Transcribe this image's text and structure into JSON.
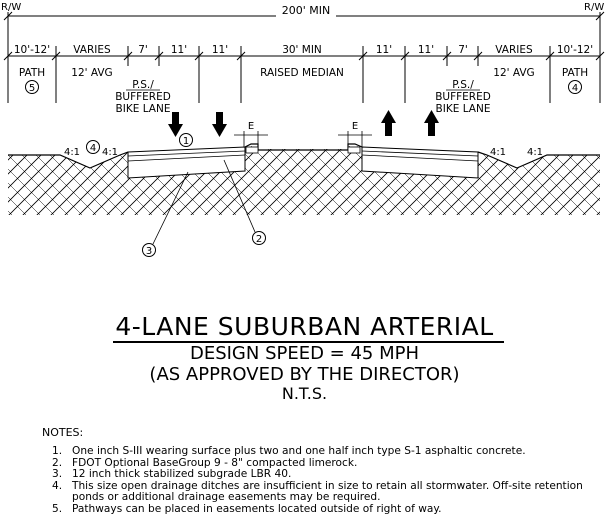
{
  "diagram": {
    "row_left": "R/W",
    "row_right": "R/W",
    "total_width": "200' MIN",
    "segments": [
      {
        "width": "10'-12'",
        "label": "PATH",
        "marker": "5"
      },
      {
        "width": "VARIES",
        "label": "12' AVG"
      },
      {
        "width": "7'"
      },
      {
        "width": "11'"
      },
      {
        "width": "11'"
      },
      {
        "width": "30' MIN",
        "label": "RAISED MEDIAN"
      },
      {
        "width": "11'"
      },
      {
        "width": "11'"
      },
      {
        "width": "7'"
      },
      {
        "width": "VARIES",
        "label": "12' AVG"
      },
      {
        "width": "10'-12'",
        "label": "PATH",
        "marker": "4"
      }
    ],
    "bike_lane_label": [
      "P.S./",
      "BUFFERED",
      "BIKE LANE"
    ],
    "edge_label": "E",
    "slope_label": "4:1",
    "callouts": [
      "1",
      "2",
      "3",
      "4"
    ]
  },
  "title": "4-LANE SUBURBAN ARTERIAL",
  "design_speed": "DESIGN SPEED = 45 MPH",
  "approval": "(AS APPROVED BY THE DIRECTOR)",
  "scale": "N.T.S.",
  "notes_heading": "NOTES:",
  "notes": [
    {
      "num": "1.",
      "text": "One inch S-III wearing surface plus two and one half inch type S-1 asphaltic concrete."
    },
    {
      "num": "2.",
      "text": "FDOT Optional BaseGroup 9 - 8\" compacted limerock."
    },
    {
      "num": "3.",
      "text": "12 inch thick stabilized subgrade LBR 40."
    },
    {
      "num": "4.",
      "text": "This size open drainage ditches are insufficient in size to retain all stormwater. Off-site retention ponds or additional drainage easements may be required."
    },
    {
      "num": "5.",
      "text": "Pathways can be placed in easements located outside of right of way."
    }
  ]
}
